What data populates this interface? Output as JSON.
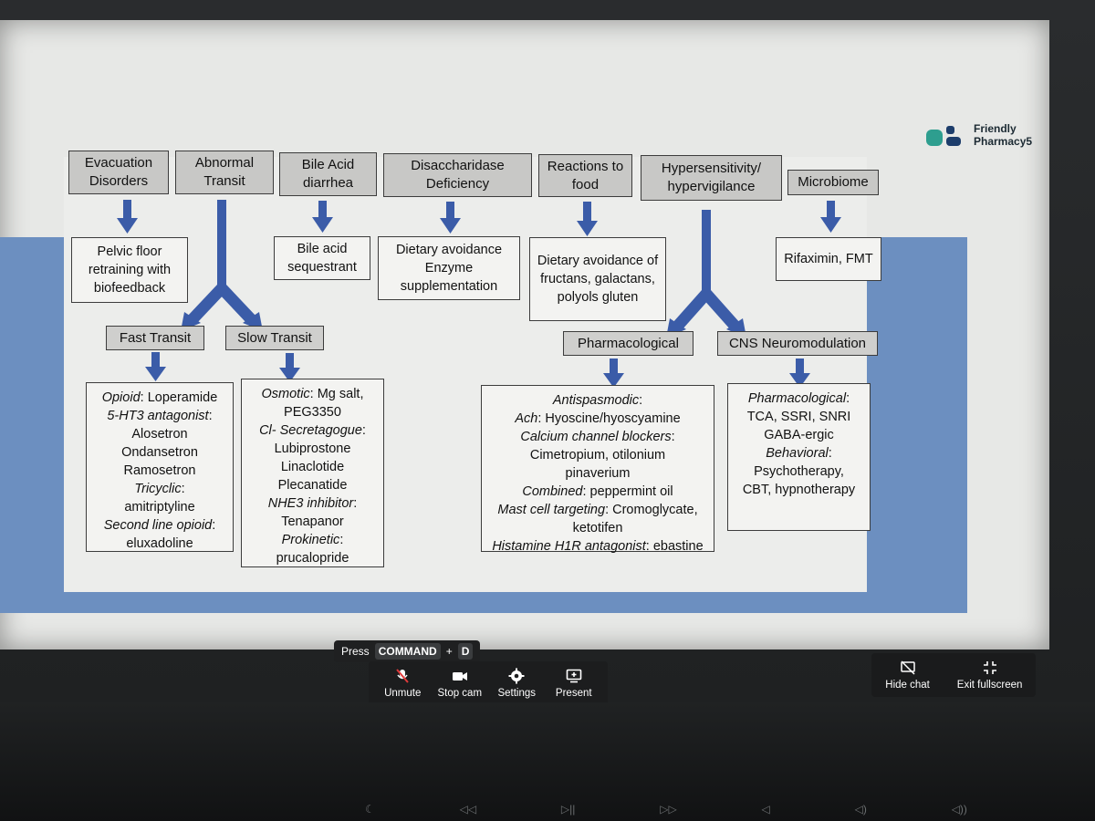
{
  "logo": {
    "line1": "Friendly",
    "line2": "Pharmacy5"
  },
  "categories": {
    "evacuation": "Evacuation Disorders",
    "abnormal": "Abnormal Transit",
    "bile": "Bile Acid diarrhea",
    "disacch": "Disaccharidase Deficiency",
    "reactions": "Reactions to food",
    "hyper": "Hypersensitivity/ hypervigilance",
    "microbiome": "Microbiome"
  },
  "treatments": {
    "pelvic": "Pelvic floor retraining with biofeedback",
    "bile_seq": "Bile acid sequestrant",
    "dietary1": "Dietary avoidance",
    "enzyme": "Enzyme supplementation",
    "dietary2": "Dietary avoidance of fructans, galactans, polyols gluten",
    "rifaximin": "Rifaximin, FMT"
  },
  "subcats": {
    "fast": "Fast Transit",
    "slow": "Slow Transit",
    "pharm": "Pharmacological",
    "cns": "CNS Neuromodulation"
  },
  "fast_lines": [
    {
      "it": "Opioid",
      "tx": ": Loperamide"
    },
    {
      "it": "5-HT3 antagonist",
      "tx": ":"
    },
    {
      "it": "",
      "tx": "Alosetron"
    },
    {
      "it": "",
      "tx": "Ondansetron"
    },
    {
      "it": "",
      "tx": "Ramosetron"
    },
    {
      "it": "Tricyclic",
      "tx": ":"
    },
    {
      "it": "",
      "tx": "amitriptyline"
    },
    {
      "it": "Second line opioid",
      "tx": ":"
    },
    {
      "it": "",
      "tx": "eluxadoline"
    }
  ],
  "slow_lines": [
    {
      "it": "Osmotic",
      "tx": ": Mg salt,"
    },
    {
      "it": "",
      "tx": "PEG3350"
    },
    {
      "it": "Cl- Secretagogue",
      "tx": ":"
    },
    {
      "it": "",
      "tx": "Lubiprostone"
    },
    {
      "it": "",
      "tx": "Linaclotide"
    },
    {
      "it": "",
      "tx": "Plecanatide"
    },
    {
      "it": "NHE3 inhibitor",
      "tx": ":"
    },
    {
      "it": "",
      "tx": "Tenapanor"
    },
    {
      "it": "Prokinetic",
      "tx": ":"
    },
    {
      "it": "",
      "tx": "prucalopride"
    }
  ],
  "pharm_lines": [
    {
      "it": "Antispasmodic",
      "tx": ":"
    },
    {
      "it": "Ach",
      "tx": ": Hyoscine/hyoscyamine"
    },
    {
      "it": "Calcium channel blockers",
      "tx": ":"
    },
    {
      "it": "",
      "tx": "Cimetropium, otilonium"
    },
    {
      "it": "",
      "tx": "pinaverium"
    },
    {
      "it": "Combined",
      "tx": ": peppermint oil"
    },
    {
      "it": "Mast cell targeting",
      "tx": ": Cromoglycate,"
    },
    {
      "it": "",
      "tx": "ketotifen"
    },
    {
      "it": "Histamine H1R antagonist",
      "tx": ": ebastine"
    }
  ],
  "cns_lines": [
    {
      "it": "Pharmacological",
      "tx": ":"
    },
    {
      "it": "",
      "tx": "TCA, SSRI, SNRI"
    },
    {
      "it": "",
      "tx": "GABA-ergic"
    },
    {
      "it": "Behavioral",
      "tx": ":"
    },
    {
      "it": "",
      "tx": "Psychotherapy,"
    },
    {
      "it": "",
      "tx": "CBT, hypnotherapy"
    }
  ],
  "tooltip": {
    "press": "Press",
    "key1": "COMMAND",
    "plus": "+",
    "key2": "D"
  },
  "toolbar": {
    "unmute": "Unmute",
    "stopcam": "Stop cam",
    "settings": "Settings",
    "present": "Present"
  },
  "rightbar": {
    "hide_chat": "Hide chat",
    "exit_fullscreen": "Exit fullscreen"
  },
  "colors": {
    "arrow": "#3b5ca8",
    "band": "#6c8fc0"
  }
}
